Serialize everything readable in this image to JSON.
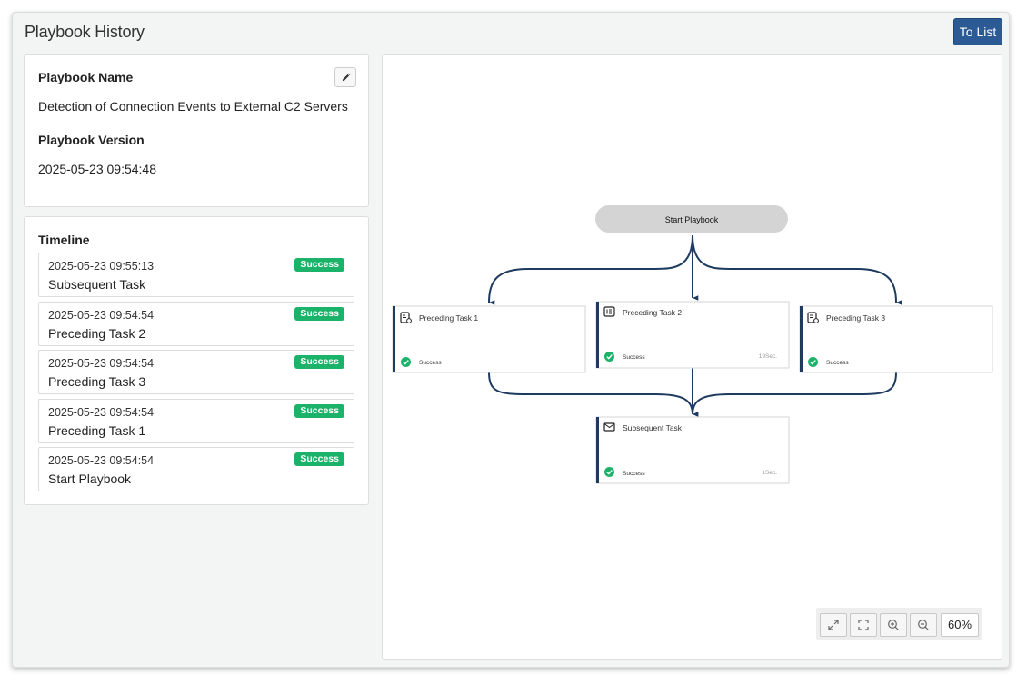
{
  "header": {
    "title": "Playbook History",
    "to_list_label": "To List"
  },
  "info": {
    "name_label": "Playbook Name",
    "name_value": "Detection of Connection Events to External C2 Servers",
    "version_label": "Playbook Version",
    "version_value": "2025-05-23 09:54:48"
  },
  "timeline": {
    "title": "Timeline",
    "items": [
      {
        "time": "2025-05-23 09:55:13",
        "name": "Subsequent Task",
        "status": "Success"
      },
      {
        "time": "2025-05-23 09:54:54",
        "name": "Preceding Task 2",
        "status": "Success"
      },
      {
        "time": "2025-05-23 09:54:54",
        "name": "Preceding Task 3",
        "status": "Success"
      },
      {
        "time": "2025-05-23 09:54:54",
        "name": "Preceding Task 1",
        "status": "Success"
      },
      {
        "time": "2025-05-23 09:54:54",
        "name": "Start Playbook",
        "status": "Success"
      }
    ]
  },
  "flow": {
    "start_label": "Start Playbook",
    "nodes": [
      {
        "name": "Preceding Task 1",
        "status": "Success",
        "duration": "",
        "icon": "script-icon"
      },
      {
        "name": "Preceding Task 2",
        "status": "Success",
        "duration": "19Sec.",
        "icon": "list-icon"
      },
      {
        "name": "Preceding Task 3",
        "status": "Success",
        "duration": "",
        "icon": "script-icon"
      },
      {
        "name": "Subsequent Task",
        "status": "Success",
        "duration": "1Sec.",
        "icon": "mail-icon"
      }
    ]
  },
  "zoom": {
    "level": "60%"
  },
  "colors": {
    "accent": "#2b5a94",
    "success": "#1bb36a",
    "edge": "#1e3a5f"
  }
}
